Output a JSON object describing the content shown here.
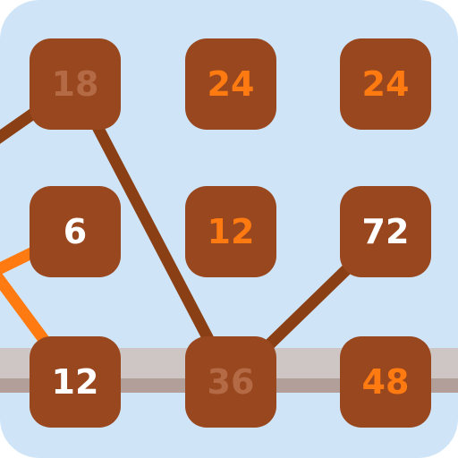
{
  "board": {
    "tiles": [
      {
        "value": "18",
        "state": "faded"
      },
      {
        "value": "24",
        "state": "idle"
      },
      {
        "value": "24",
        "state": "idle"
      },
      {
        "value": "6",
        "state": "active"
      },
      {
        "value": "12",
        "state": "idle"
      },
      {
        "value": "72",
        "state": "active"
      },
      {
        "value": "12",
        "state": "active"
      },
      {
        "value": "36",
        "state": "faded"
      },
      {
        "value": "48",
        "state": "idle"
      }
    ],
    "links": [
      {
        "from": "offscreen-left",
        "to": 0,
        "color": "#8a3f14"
      },
      {
        "from": 0,
        "to": 7,
        "color": "#8a3f14"
      },
      {
        "from": 7,
        "to": 5,
        "color": "#8a3f14"
      },
      {
        "from": "offscreen-left",
        "to": 3,
        "color": "#ff7a11"
      },
      {
        "from": "offscreen-left",
        "to": 6,
        "color": "#ff7a11"
      }
    ]
  },
  "colors": {
    "background": "#cfe4f6",
    "tile": "#98471e",
    "tile_text_active": "#ffffff",
    "tile_text_idle": "#ff7a11",
    "tile_text_faded": "#b36a45",
    "floor": "#cdc6c5",
    "link_used": "#8a3f14",
    "link_current": "#ff7a11"
  }
}
